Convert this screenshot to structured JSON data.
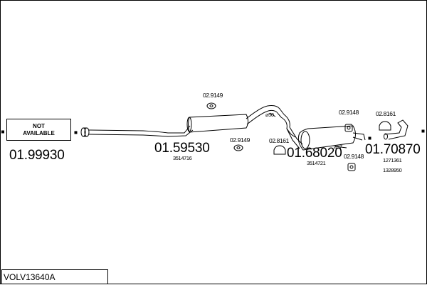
{
  "diagram": {
    "reference": "VOLV13640A",
    "not_available_line1": "NOT",
    "not_available_line2": "AVAILABLE",
    "parts": {
      "p1": "01.99930",
      "p2": "01.59530",
      "p2_oe": "3514716",
      "p3": "01.68020",
      "p3_oe": "3514721",
      "p4": "01.70870",
      "p4_oe1": "1271361",
      "p4_oe2": "1328950"
    },
    "accessories": {
      "a1": "02.9149",
      "a2": "02.9149",
      "a3": "02.8161",
      "a4": "02.9148",
      "a5": "02.8161",
      "a6": "02.9148"
    },
    "dimensions": {
      "d1": "⌀50",
      "d2": "⌀57"
    }
  }
}
